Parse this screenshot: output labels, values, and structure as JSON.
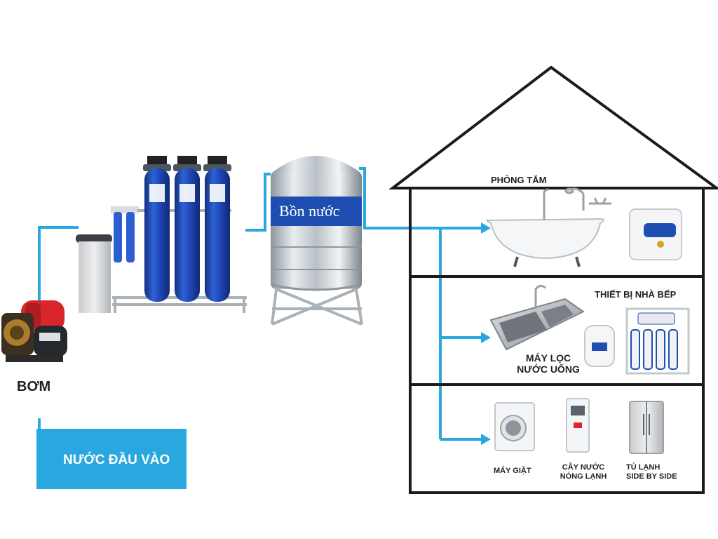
{
  "labels": {
    "pump": "BƠM",
    "water_input": "NƯỚC ĐẦU VÀO",
    "tank": "Bồn nước",
    "bathroom": "PHÒNG TẮM",
    "kitchen": "THIẾT BỊ NHÀ BẾP",
    "ro_line1": "MÁY LỌC",
    "ro_line2": "NƯỚC UỐNG",
    "washer": "MÁY GIẶT",
    "dispenser_line1": "CÂY NƯỚC",
    "dispenser_line2": "NÓNG LẠNH",
    "fridge_line1": "TỦ LẠNH",
    "fridge_line2": "SIDE BY SIDE"
  },
  "colors": {
    "pipe": "#29a8e0",
    "input_box": "#29a8e0",
    "filter_blue": "#1f47b8",
    "tank_band": "#1e4fb0",
    "house_outline": "#1a1a1a",
    "pump_red": "#d8262a"
  },
  "icons": [
    "pump-icon",
    "salt-tank-icon",
    "pre-filter-icon",
    "filter-column-icon",
    "water-tank-icon",
    "bathtub-icon",
    "shower-icon",
    "water-heater-icon",
    "kitchen-sink-icon",
    "ro-purifier-icon",
    "washing-machine-icon",
    "water-dispenser-icon",
    "refrigerator-icon"
  ]
}
